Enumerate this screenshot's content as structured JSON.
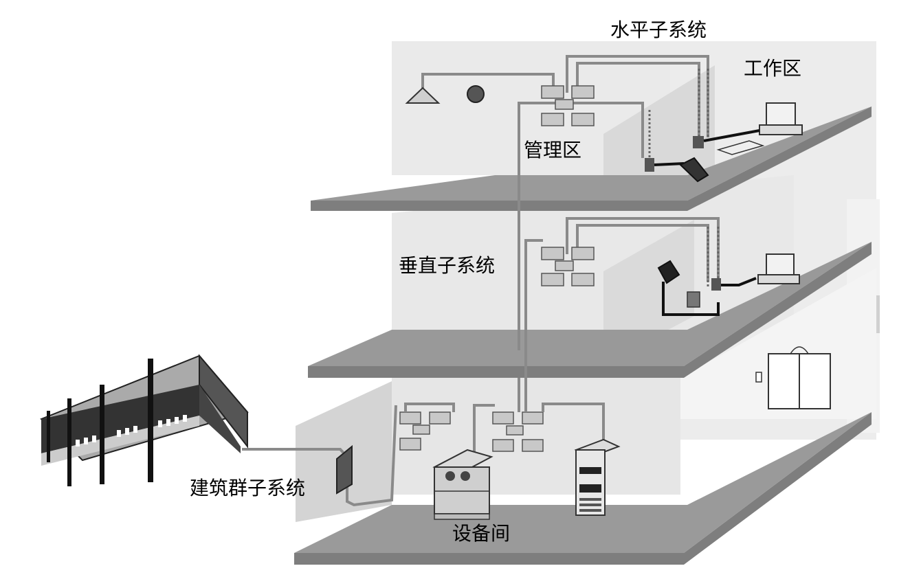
{
  "labels": {
    "horizontal": "水平子系统",
    "work_area": "工作区",
    "management": "管理区",
    "vertical": "垂直子系统",
    "campus": "建筑群子系统",
    "equipment": "设备间"
  },
  "colors": {
    "floor_slab": "#7f7f7f",
    "wall_light": "#e9e9e9",
    "wall_mid": "#d6d6d6",
    "cable": "#8a8a8a",
    "cable_dark": "#1a1a1a"
  }
}
